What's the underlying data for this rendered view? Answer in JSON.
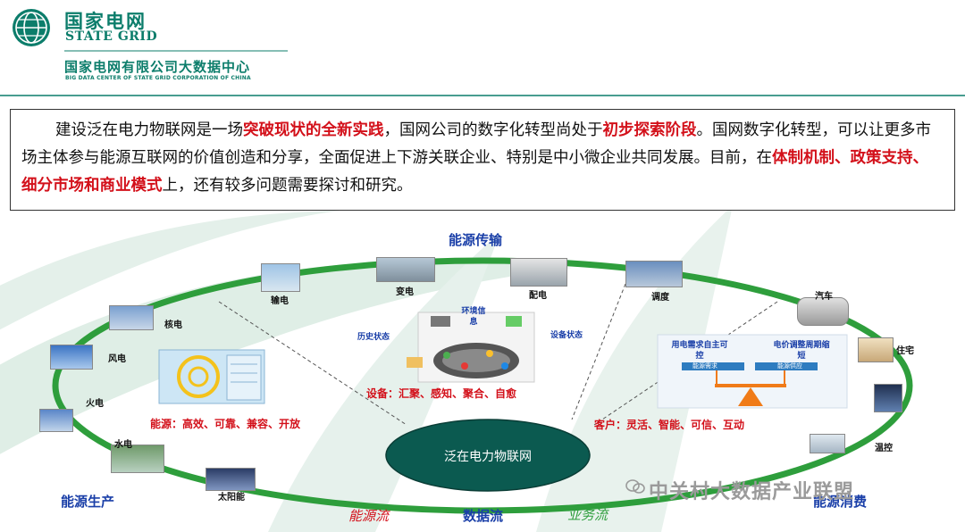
{
  "header": {
    "logo_cn": "国家电网",
    "logo_en": "STATE GRID",
    "center_cn": "国家电网有限公司大数据中心",
    "center_en": "BIG DATA CENTER OF STATE GRID CORPORATION OF CHINA"
  },
  "paragraph": {
    "s1": "建设泛在电力物联网是一场",
    "h1": "突破现状的全新实践",
    "s2": "，国网公司的数字化转型尚处于",
    "h2": "初步探索阶段",
    "s3": "。国网数字化转型，可以让更多市场主体参与能源互联网的价值创造和分享，全面促进上下游关联企业、特别是中小微企业共同发展。目前，在",
    "h3": "体制机制、政策支持、细分市场和商业模式",
    "s4": "上，还有较多问题需要探讨和研究。"
  },
  "diagram": {
    "center_label": "泛在电力物联网",
    "top_title": "能源传输",
    "bottom_left_title": "能源生产",
    "bottom_right_title": "能源消费",
    "flows": [
      "能源流",
      "数据流",
      "业务流"
    ],
    "transmission": [
      "输电",
      "变电",
      "配电",
      "调度"
    ],
    "production": [
      "核电",
      "风电",
      "火电",
      "水电",
      "太阳能"
    ],
    "consumption": [
      "汽车",
      "住宅",
      "温控"
    ],
    "energy_text": "能源：高效、可靠、兼容、开放",
    "device_text": "设备：汇聚、感知、聚合、自愈",
    "customer_text": "客户：灵活、智能、可信、互动",
    "device_labels": {
      "history": "历史状态",
      "env": "环境信息",
      "status": "设备状态"
    },
    "customer_labels": {
      "left": "用电需求自主可控",
      "right": "电价调整周期缩短",
      "bar_left": "能源需求",
      "bar_right": "能源供应"
    }
  },
  "watermark": "中关村大数据产业联盟",
  "colors": {
    "brand": "#0c7d6b",
    "highlight": "#d3101a",
    "ellipse": "#2e9e3c",
    "center": "#0b5a50",
    "title_blue": "#1a3fa8"
  }
}
